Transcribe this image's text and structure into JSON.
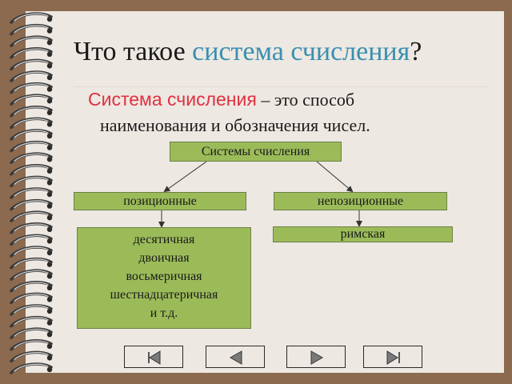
{
  "slide": {
    "title_prefix": "Что такое ",
    "title_accent": "система счисления",
    "title_suffix": "?",
    "definition_term": "Система счисления",
    "definition_rest_1": " – это способ",
    "definition_rest_2": "наименования и обозначения чисел."
  },
  "diagram": {
    "root": "Системы счисления",
    "positional": "позиционные",
    "nonpositional": "непозиционные",
    "positional_examples": [
      "десятичная",
      "двоичная",
      "восьмеричная",
      "шестнадцатеричная",
      "и т.д."
    ],
    "nonpositional_examples": [
      "римская"
    ]
  },
  "colors": {
    "accent": "#3a8fb0",
    "term": "#e03040",
    "box_fill": "#9bbb59",
    "box_border": "#6d7f45"
  },
  "navigation": {
    "buttons": [
      {
        "icon": "first-slide-icon"
      },
      {
        "icon": "previous-slide-icon"
      },
      {
        "icon": "next-slide-icon"
      },
      {
        "icon": "last-slide-icon"
      }
    ]
  }
}
